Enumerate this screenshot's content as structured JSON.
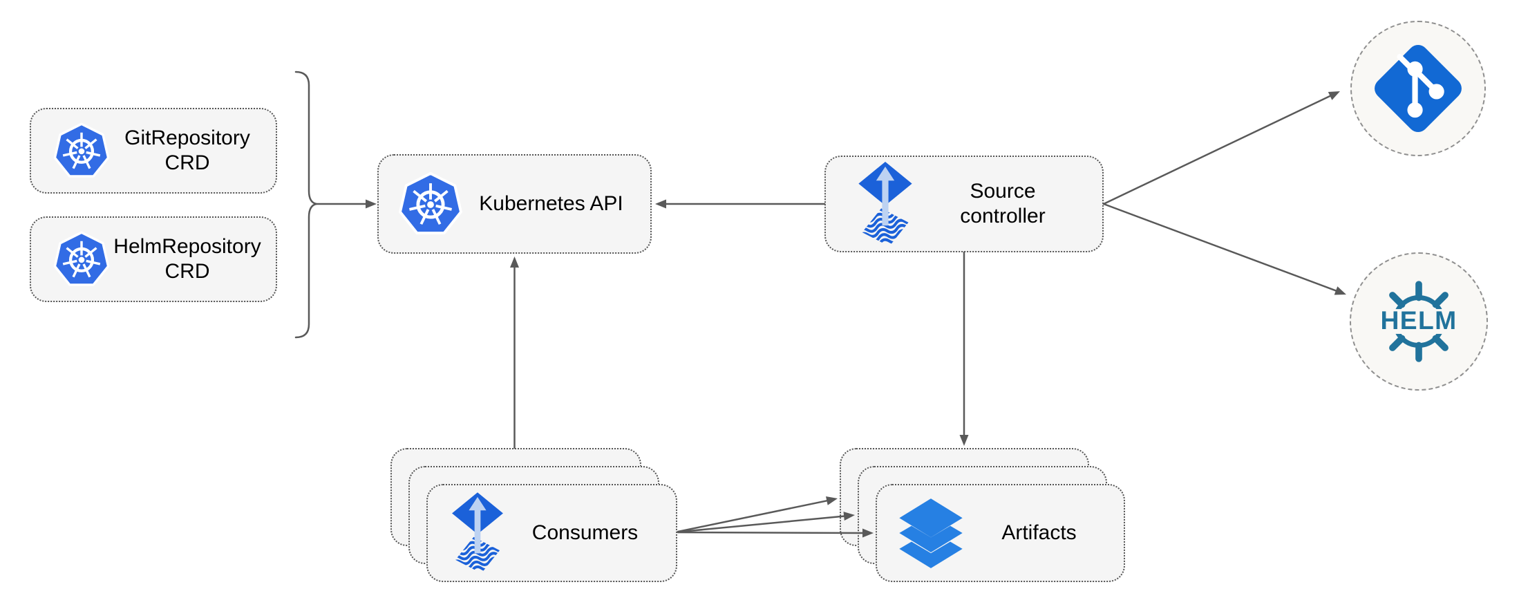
{
  "diagram": {
    "type": "architecture-diagram",
    "colors": {
      "kubernetes_blue": "#326CE5",
      "flux_blue": "#1b61d9",
      "flux_arrow_light": "#bdd2f2",
      "git_blue": "#1269d4",
      "helm_teal": "#21739C",
      "layers_blue": "#2680e3",
      "node_fill": "#f5f5f5",
      "circle_fill": "#f9f8f5",
      "node_border": "#545454",
      "circle_border": "#8f8f8f",
      "arrow_gray": "#595959"
    },
    "nodes": {
      "gitrepo_crd": {
        "label_line1": "GitRepository",
        "label_line2": "CRD",
        "icon": "kubernetes-icon"
      },
      "helmrepo_crd": {
        "label_line1": "HelmRepository",
        "label_line2": "CRD",
        "icon": "kubernetes-icon"
      },
      "kubernetes_api": {
        "label": "Kubernetes API",
        "icon": "kubernetes-icon"
      },
      "source_controller": {
        "label_line1": "Source",
        "label_line2": "controller",
        "icon": "flux-source-icon"
      },
      "consumers": {
        "label": "Consumers",
        "icon": "flux-source-icon",
        "stack_count": 3
      },
      "artifacts": {
        "label": "Artifacts",
        "icon": "layers-icon",
        "stack_count": 3
      },
      "git_repository": {
        "icon": "git-icon"
      },
      "helm_repository": {
        "icon": "helm-icon",
        "label": "HELM"
      }
    },
    "edges": [
      {
        "from": "gitrepo_crd + helmrepo_crd (brace)",
        "to": "kubernetes_api"
      },
      {
        "from": "source_controller",
        "to": "kubernetes_api"
      },
      {
        "from": "source_controller",
        "to": "git_repository"
      },
      {
        "from": "source_controller",
        "to": "helm_repository"
      },
      {
        "from": "source_controller",
        "to": "artifacts"
      },
      {
        "from": "consumers",
        "to": "kubernetes_api"
      },
      {
        "from": "consumers",
        "to": "artifacts",
        "arrow_count": 3
      }
    ]
  }
}
